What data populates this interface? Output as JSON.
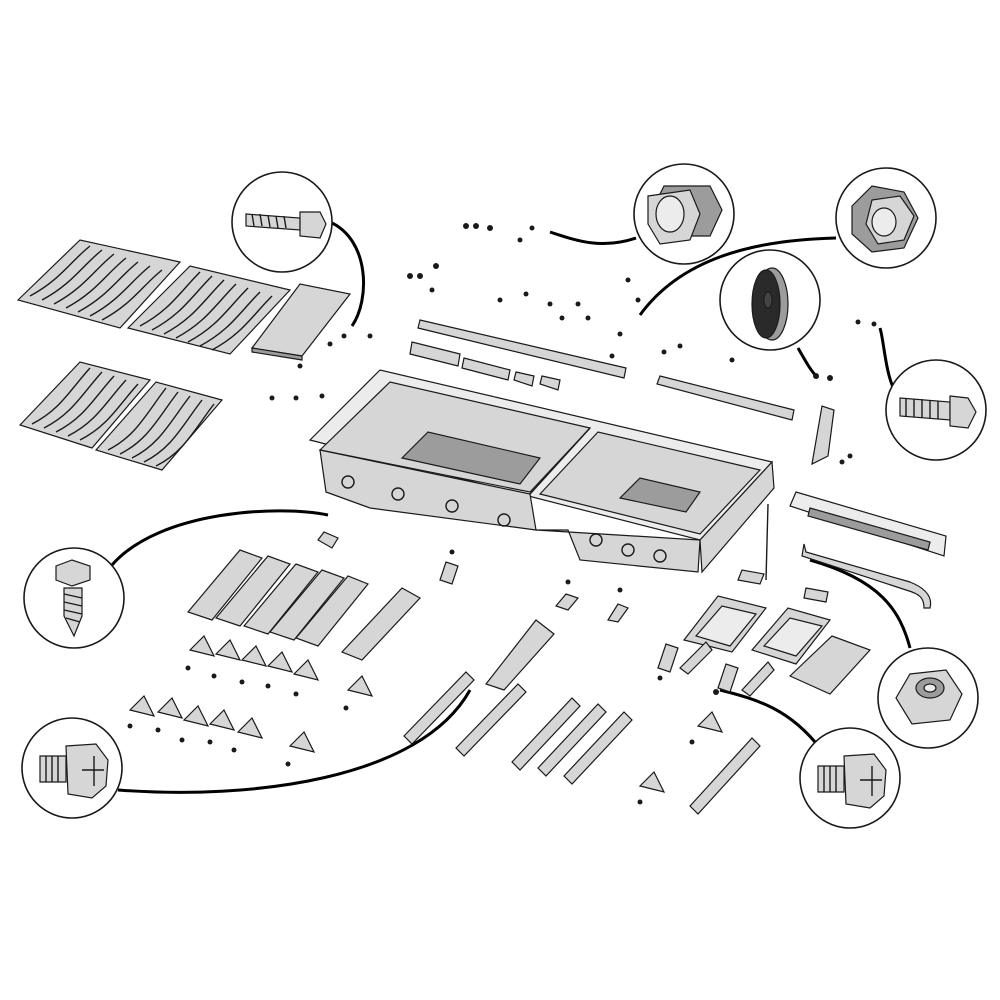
{
  "diagram": {
    "type": "exploded-parts-view",
    "parts": [
      "cooking-grate-left-rear",
      "cooking-grate-right-rear",
      "cooking-grate-left-front",
      "cooking-grate-right-front",
      "warming-plate",
      "firebox",
      "rear-rails",
      "flavorizer-bars",
      "heat-deflectors",
      "burner-tubes",
      "infrared-rear-burner",
      "side-burners",
      "side-burner-plate",
      "electrode-bracket"
    ],
    "callouts": [
      {
        "id": "self-drilling-screw-top",
        "icon": "screw-icon"
      },
      {
        "id": "serrated-nut-small",
        "icon": "serrated-nut-icon"
      },
      {
        "id": "serrated-nut-large",
        "icon": "serrated-nut-icon"
      },
      {
        "id": "rubber-washer",
        "icon": "washer-icon"
      },
      {
        "id": "hex-bolt",
        "icon": "bolt-icon"
      },
      {
        "id": "self-drilling-screw-left",
        "icon": "screw-icon"
      },
      {
        "id": "phillips-hex-screw-left",
        "icon": "phillips-screw-icon"
      },
      {
        "id": "hex-nut",
        "icon": "hex-nut-icon"
      },
      {
        "id": "phillips-hex-screw-right",
        "icon": "phillips-screw-icon"
      }
    ],
    "colors": {
      "line": "#1a1a1a",
      "metal": "#d6d6d6",
      "dark": "#9c9c9c",
      "background": "#ffffff"
    }
  }
}
